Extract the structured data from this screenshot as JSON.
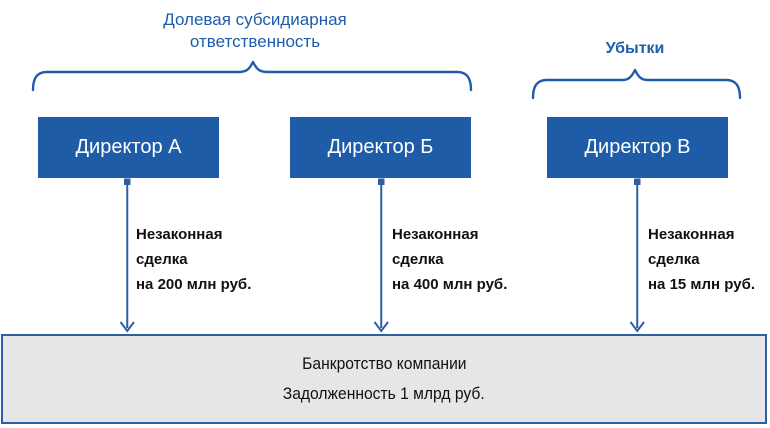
{
  "colors": {
    "box_blue": "#1E5CA8",
    "label_blue": "#1F5CA9",
    "arrow_blue": "#2E5FA5",
    "bottom_fill": "#E5E6E8",
    "bottom_border": "#2E5FA5",
    "text_dark": "#111111"
  },
  "braces": {
    "shared_liability": {
      "label": "Долевая субсидиарная ответственность"
    },
    "losses": {
      "label": "Убытки"
    }
  },
  "directors": [
    {
      "label": "Директор А",
      "transaction": [
        "Незаконная",
        "сделка",
        "на 200 млн руб."
      ]
    },
    {
      "label": "Директор Б",
      "transaction": [
        "Незаконная",
        "сделка",
        "на 400 млн руб."
      ]
    },
    {
      "label": "Директор В",
      "transaction": [
        "Незаконная",
        "сделка",
        "на 15 млн руб."
      ]
    }
  ],
  "bankruptcy_box": {
    "line1": "Банкротство компании",
    "line2": "Задолженность 1 млрд руб."
  }
}
